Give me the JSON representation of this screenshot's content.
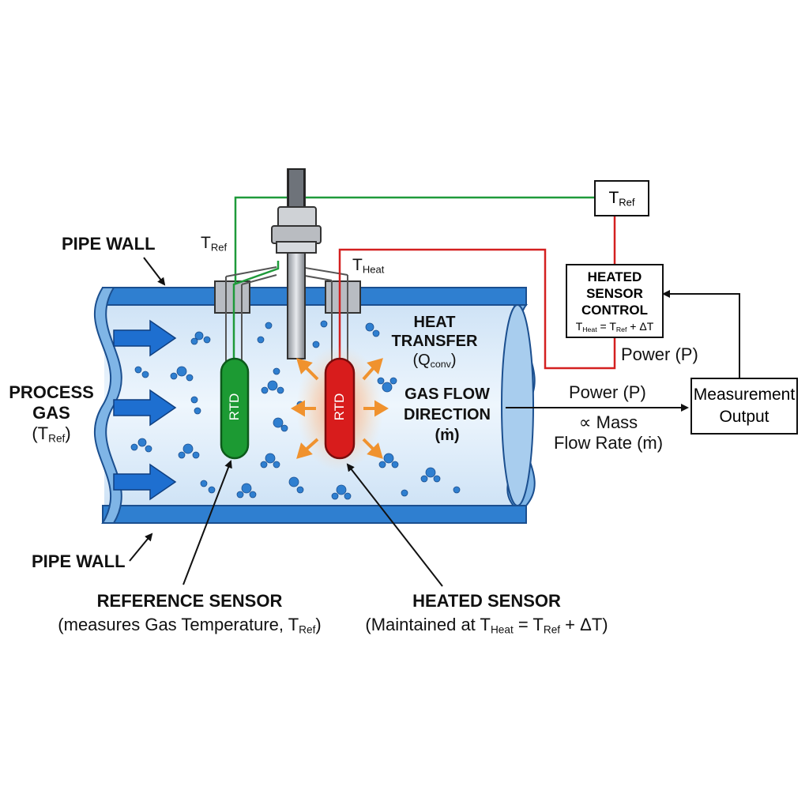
{
  "labels": {
    "pipe_wall_top": "PIPE WALL",
    "pipe_wall_bottom": "PIPE WALL",
    "process_gas_line1": "PROCESS",
    "process_gas_line2": "GAS",
    "process_gas_tref_open": "(T",
    "process_gas_tref_sub": "Ref",
    "process_gas_tref_close": ")",
    "t_ref_main": "T",
    "t_ref_sub": "Ref",
    "t_heat_main": "T",
    "t_heat_sub": "Heat",
    "rtd_reference": "RTD",
    "rtd_heated": "RTD",
    "heat_transfer_line1": "HEAT",
    "heat_transfer_line2": "TRANSFER",
    "heat_transfer_q_open": "(Q",
    "heat_transfer_q_sub": "conv",
    "heat_transfer_q_close": ")",
    "gas_flow_line1": "GAS FLOW",
    "gas_flow_line2": "DIRECTION",
    "gas_flow_line3": "(ṁ)",
    "reference_sensor_title": "REFERENCE SENSOR",
    "reference_sensor_desc_prefix": "(measures Gas Temperature, T",
    "reference_sensor_desc_sub": "Ref",
    "reference_sensor_desc_suffix": ")",
    "heated_sensor_title": "HEATED SENSOR",
    "heated_sensor_desc_prefix": "(Maintained at T",
    "heated_sensor_desc_sub1": "Heat",
    "heated_sensor_desc_mid": " = T",
    "heated_sensor_desc_sub2": "Ref",
    "heated_sensor_desc_suffix": " + ΔT)",
    "power_p_upper": "Power (P)",
    "power_p_lower": "Power (P)",
    "proportional_line1": "∝ Mass",
    "proportional_line2": "Flow Rate (ṁ)"
  },
  "boxes": {
    "tref_box_main": "T",
    "tref_box_sub": "Ref",
    "control_line1": "HEATED",
    "control_line2": "SENSOR",
    "control_line3": "CONTROL",
    "control_eq_t1": "T",
    "control_eq_sub1": "Heat",
    "control_eq_mid": " = T",
    "control_eq_sub2": "Ref",
    "control_eq_suffix": " + ΔT",
    "output_line1": "Measurement",
    "output_line2": "Output"
  },
  "colors": {
    "pipe_blue": "#2f7fd0",
    "gas_fill": "#dcebf8",
    "reference_wire": "#1f9a3a",
    "heated_wire": "#d42020",
    "reference_sensor": "#1c9a33",
    "heated_sensor": "#d81c1c",
    "heat_arrow": "#f0922e",
    "flow_arrow": "#1e6fd0"
  }
}
